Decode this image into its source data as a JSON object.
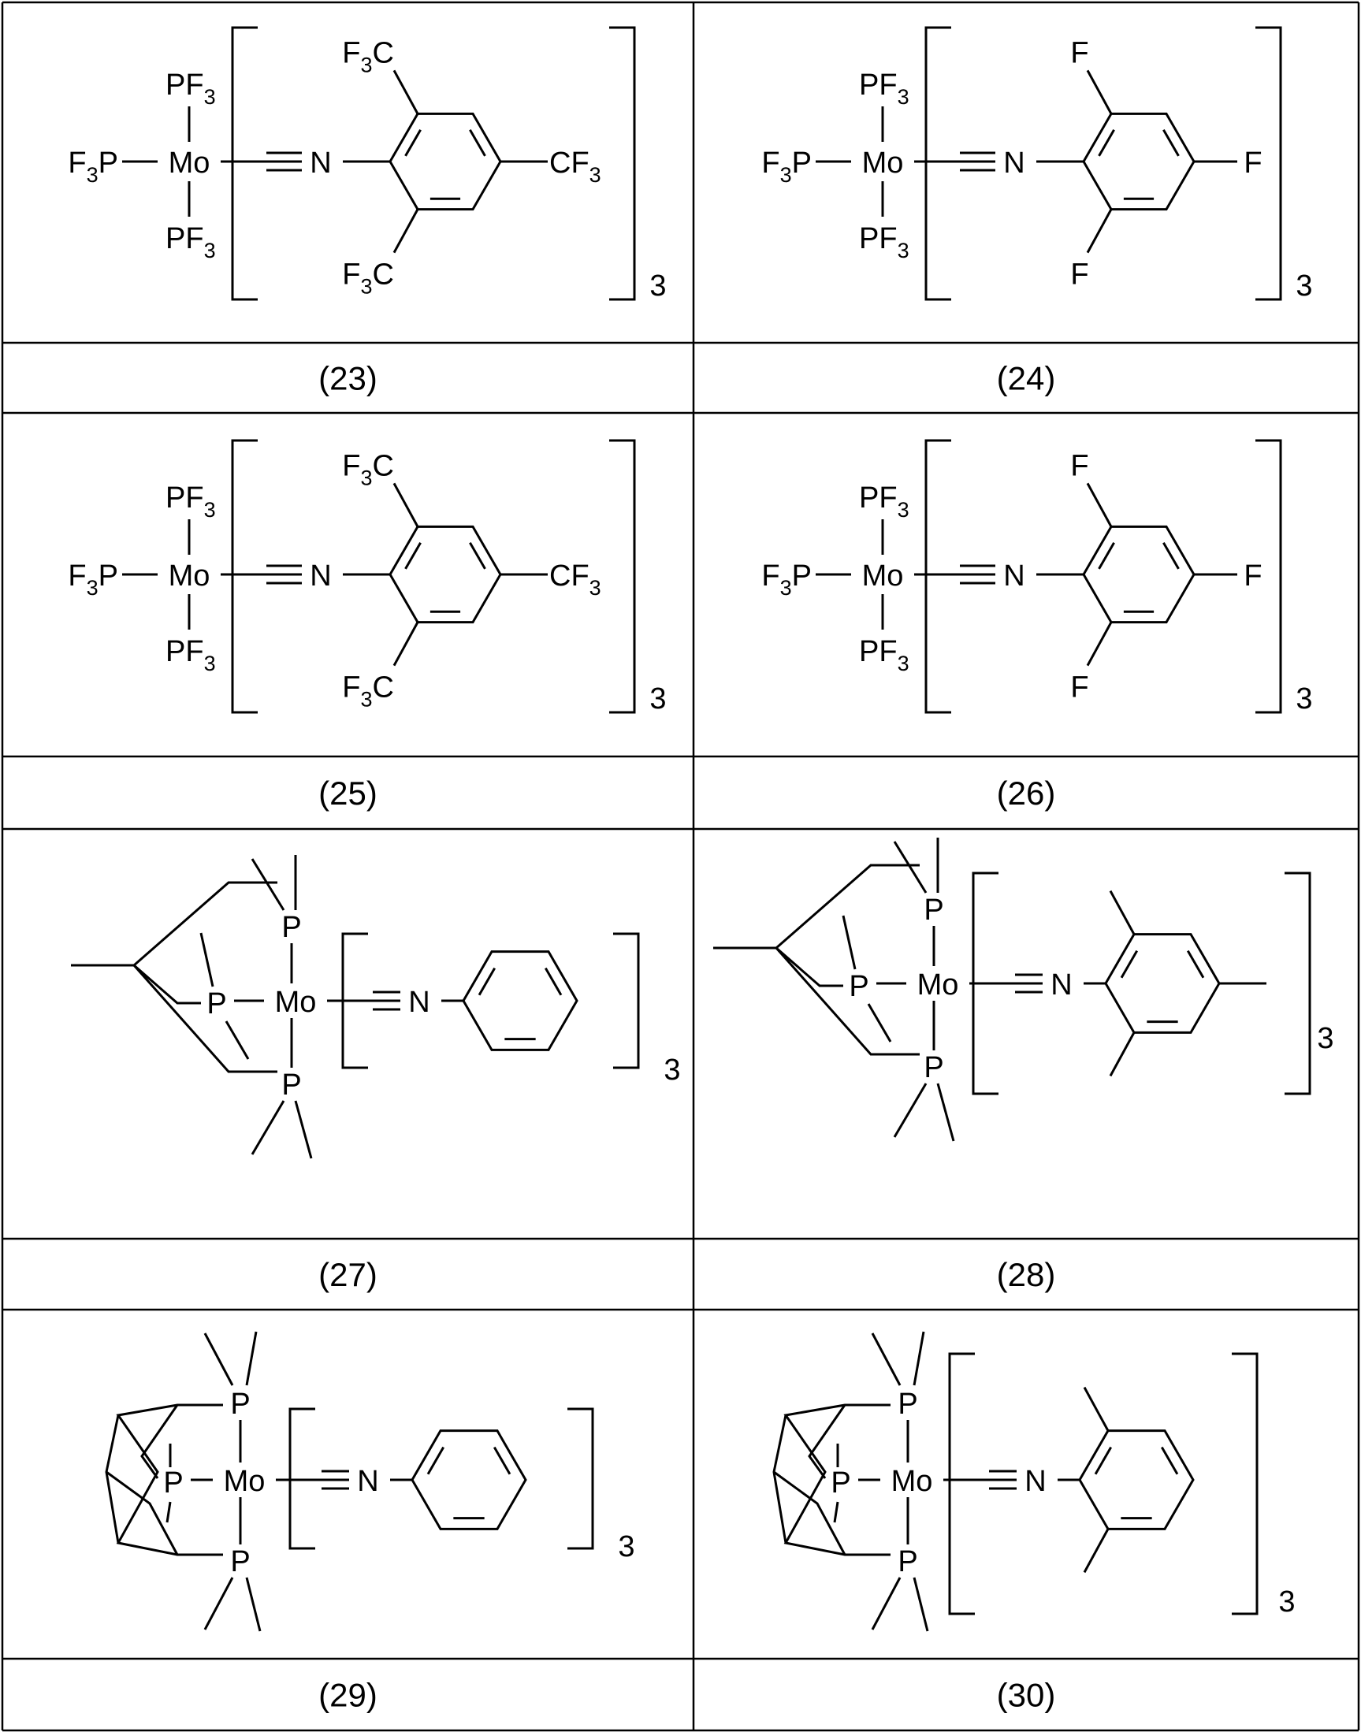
{
  "compounds": [
    {
      "number": "(23)",
      "ligand": "2,4,6-tris-CF3-phenyl isocyanide",
      "multiplier": "3"
    },
    {
      "number": "(24)",
      "ligand": "2,4,6-trifluorophenyl isocyanide",
      "multiplier": "3"
    },
    {
      "number": "(25)",
      "ligand": "2,4,6-tris-CF3-phenyl isocyanide",
      "multiplier": "3"
    },
    {
      "number": "(26)",
      "ligand": "2,4,6-trifluorophenyl isocyanide",
      "multiplier": "3"
    },
    {
      "number": "(27)",
      "ligand": "phenyl isocyanide",
      "multiplier": "3"
    },
    {
      "number": "(28)",
      "ligand": "2,4,6-trimethylphenyl isocyanide",
      "multiplier": "3"
    },
    {
      "number": "(29)",
      "ligand": "phenyl isocyanide",
      "multiplier": "3"
    },
    {
      "number": "(30)",
      "ligand": "2,6-dimethylphenyl isocyanide",
      "multiplier": "3"
    }
  ],
  "atoms": {
    "metal": "Mo",
    "phosphorus": "P",
    "nitrogen": "N",
    "fluorine": "F",
    "pf3": "PF",
    "f3p": "F",
    "f3p_tail": "P",
    "cf3": "CF",
    "f3c": "F",
    "f3c_tail": "C",
    "sub3": "3"
  },
  "colors": {
    "ink": "#000000",
    "background": "#ffffff"
  }
}
